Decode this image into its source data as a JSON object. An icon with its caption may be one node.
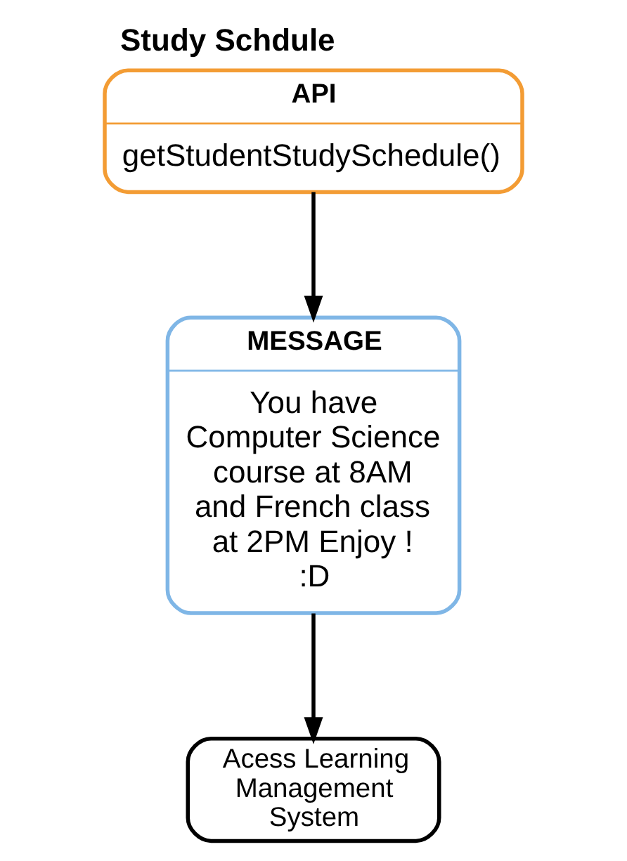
{
  "diagram": {
    "title": "Study Schdule",
    "nodes": [
      {
        "text": [
          "API",
          "getStudentStudySchedule()"
        ]
      },
      {
        "text": [
          "MESSAGE",
          "You have Computer Science course at 8AM and French class at 2PM Enjoy ! :D"
        ]
      },
      {
        "text": [
          "Acess Learning Management System"
        ]
      }
    ],
    "edges": [
      {
        "from": 0,
        "to": 1,
        "arrow": "to"
      },
      {
        "from": 1,
        "to": 2,
        "arrow": "to"
      }
    ]
  }
}
